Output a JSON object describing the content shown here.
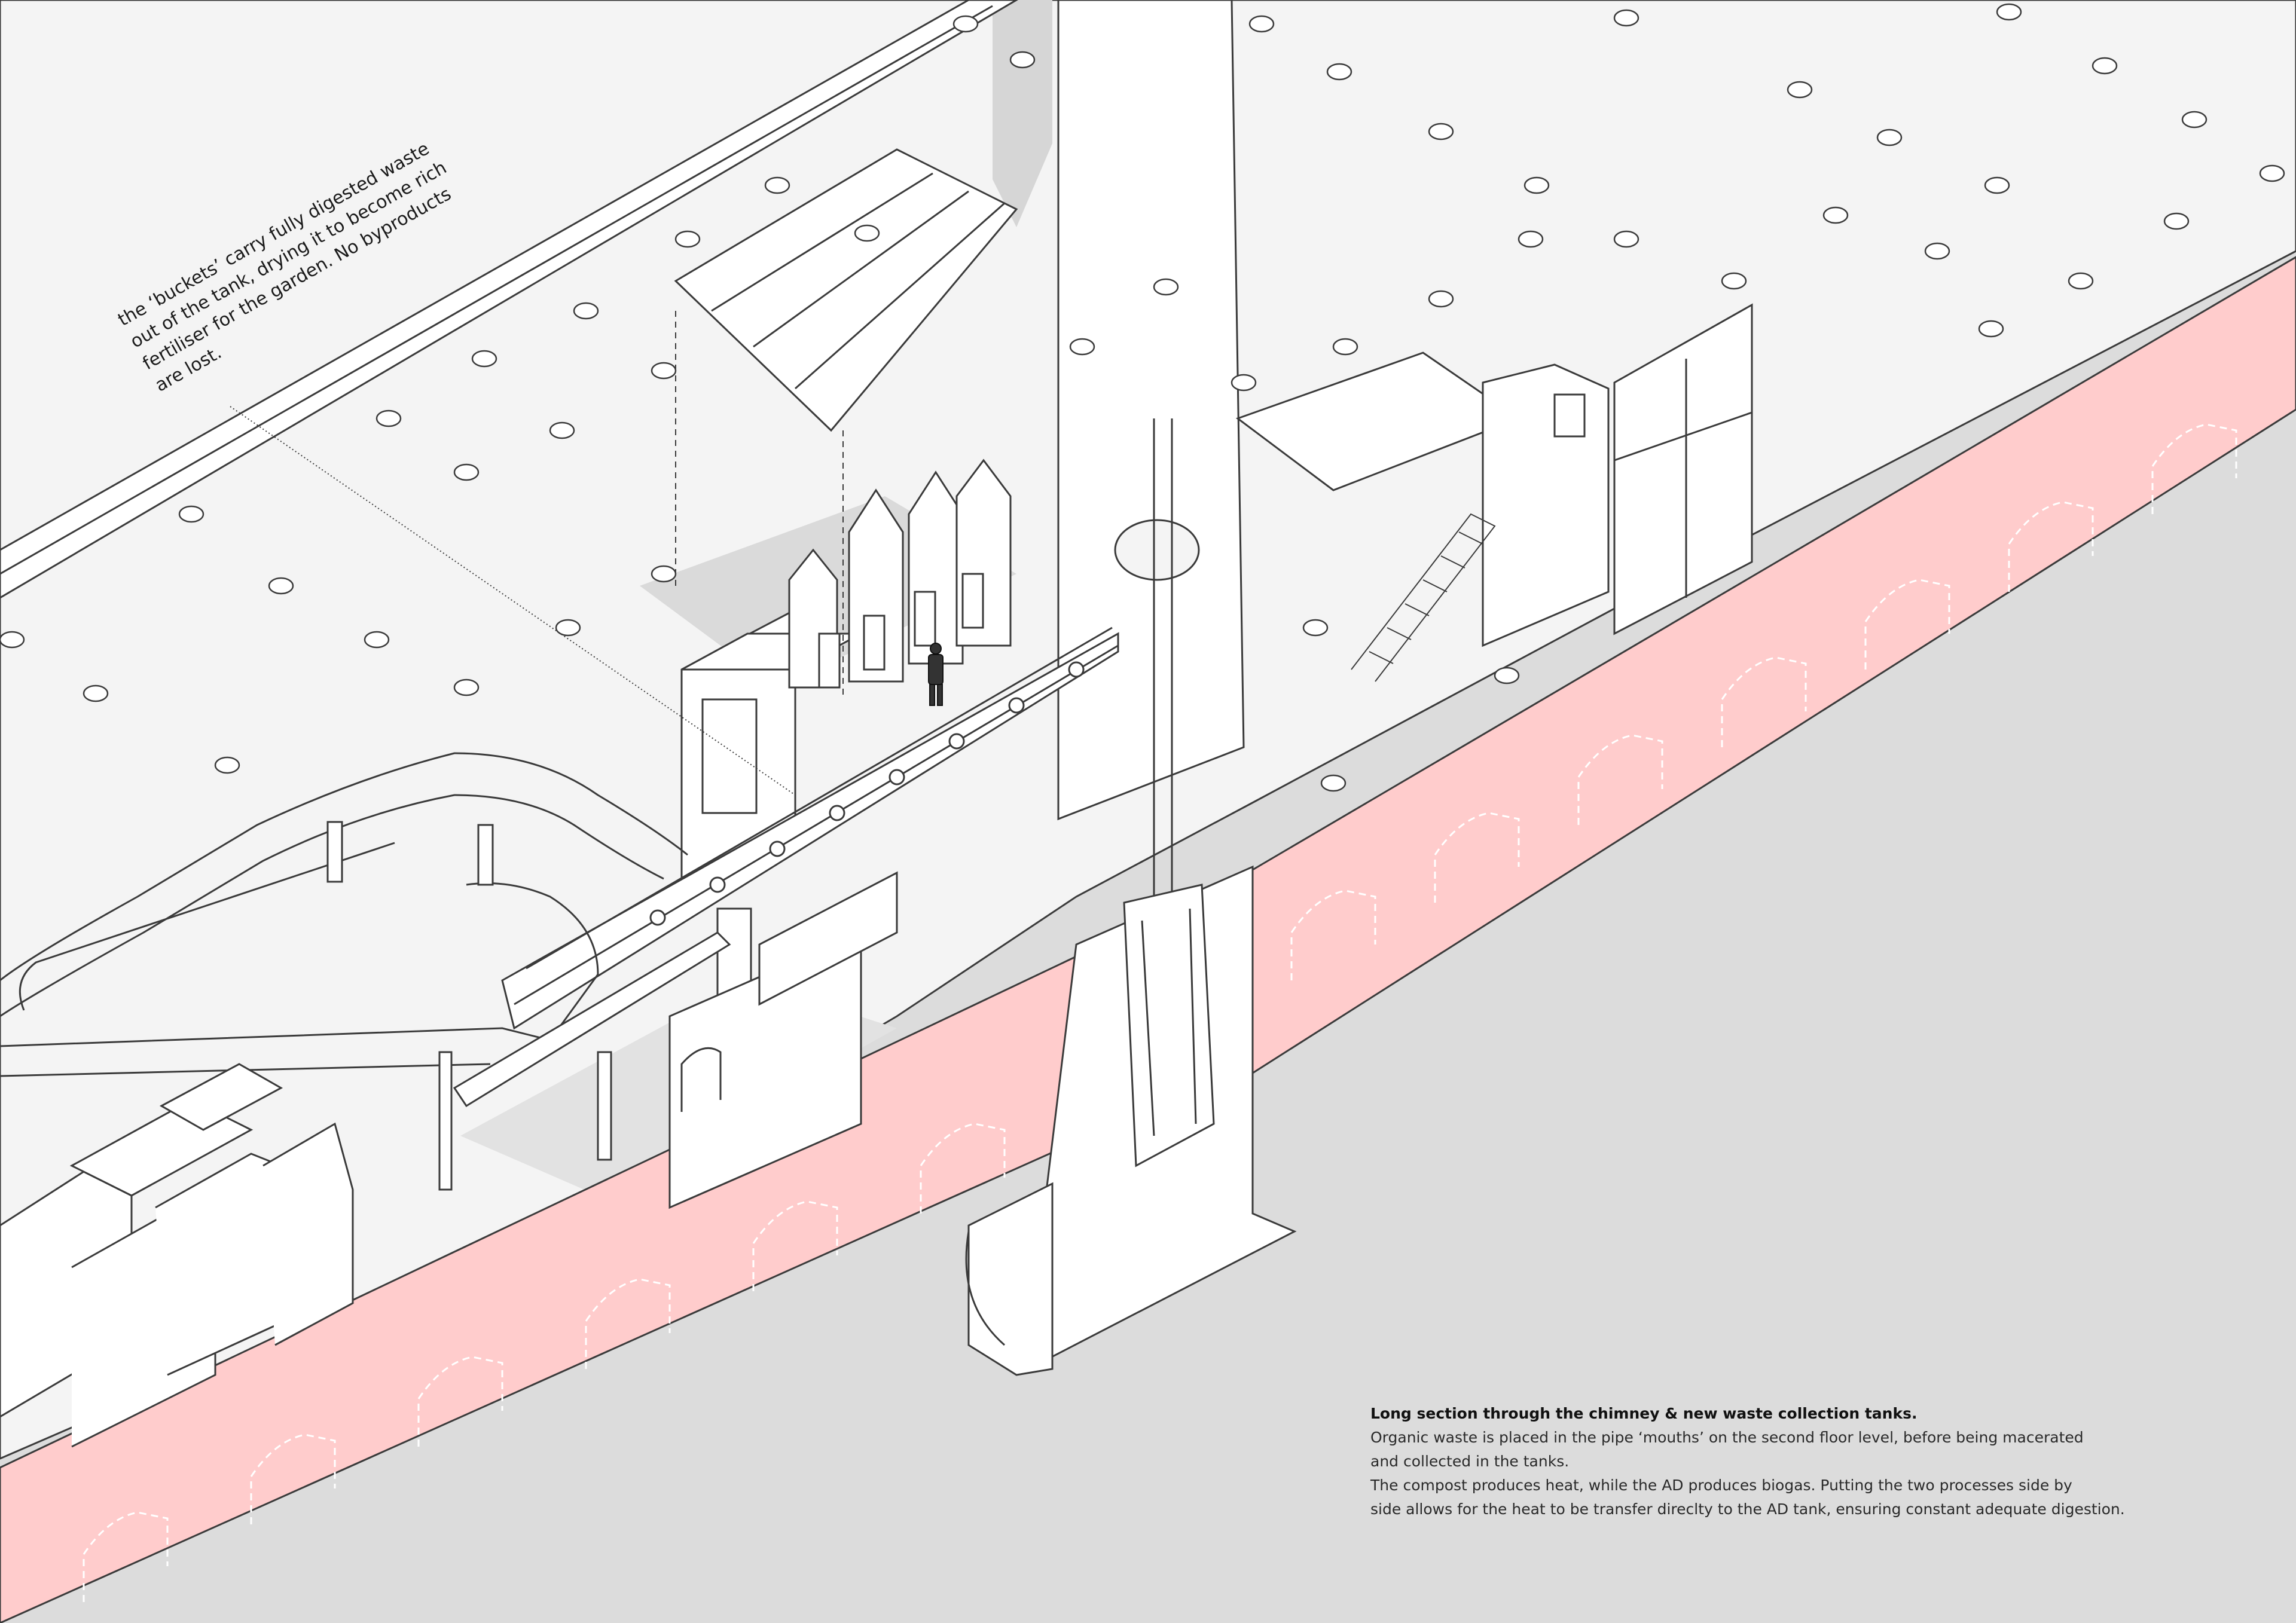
{
  "annotation": {
    "text": "the ‘buckets’ carry fully digested waste\nout of the tank, drying it to become rich\nfertiliser for the garden. No byproducts\nare lost."
  },
  "caption": {
    "title": "Long section through the chimney & new waste collection tanks.",
    "lines": [
      "Organic waste is placed in the pipe ‘mouths’ on the second floor level, before being macerated",
      "and collected in the tanks.",
      "The compost produces heat, while the AD produces biogas. Putting the two processes side by",
      "side allows for the heat to be transfer direclty to the AD tank, ensuring constant adequate digestion."
    ]
  },
  "colors": {
    "background": "#dcdcdc",
    "deck": "#f4f4f4",
    "section_cut": "#ffcccc",
    "line": "#3a3a3a",
    "shadow": "#d9d9d9"
  },
  "icons": [
    "figure-person-icon"
  ]
}
